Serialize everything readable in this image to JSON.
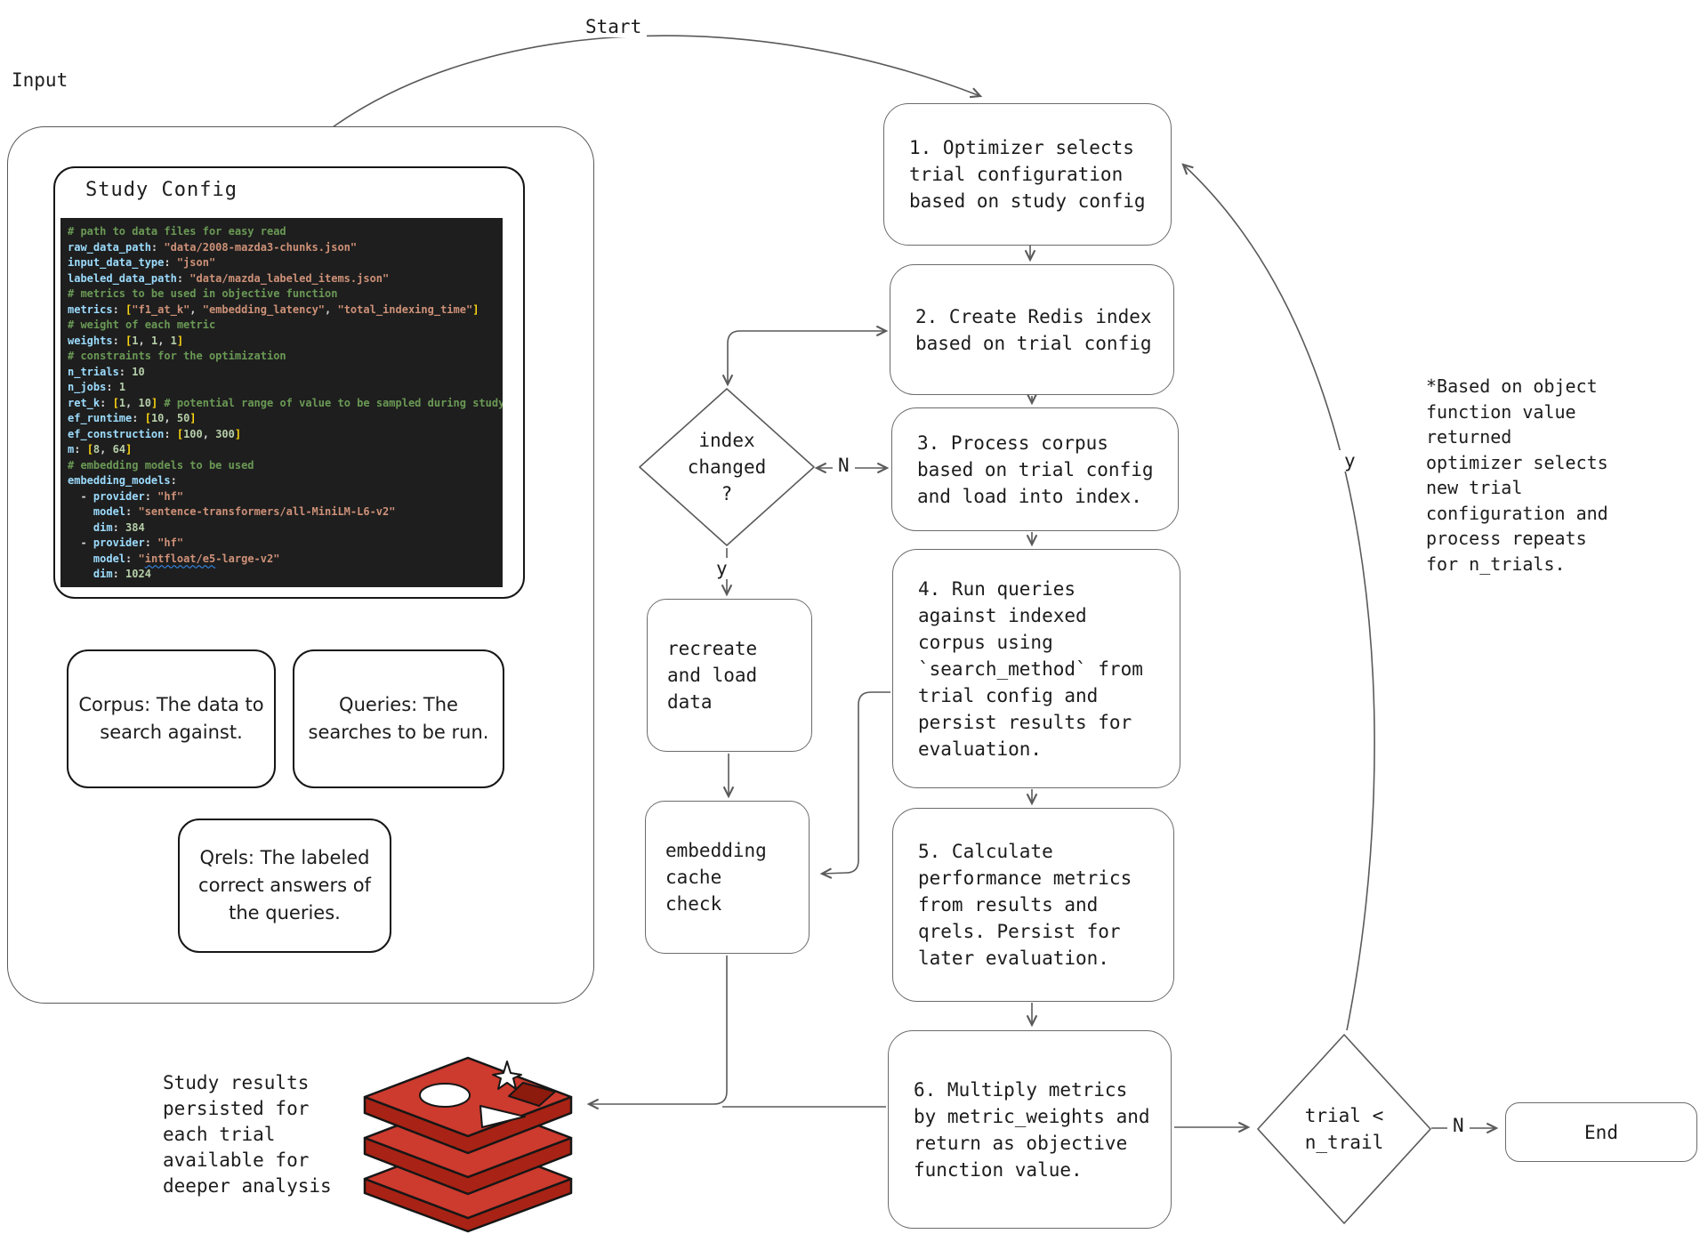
{
  "input_section": {
    "label": "Input",
    "study_config": {
      "title": "Study Config",
      "code_lines": [
        [
          [
            "cm",
            "# path to data files for easy read"
          ]
        ],
        [
          [
            "k",
            "raw_data_path"
          ],
          [
            "p",
            ": "
          ],
          [
            "s",
            "\"data/2008-mazda3-chunks.json\""
          ]
        ],
        [
          [
            "k",
            "input_data_type"
          ],
          [
            "p",
            ": "
          ],
          [
            "s",
            "\"json\""
          ]
        ],
        [
          [
            "k",
            "labeled_data_path"
          ],
          [
            "p",
            ": "
          ],
          [
            "s",
            "\"data/mazda_labeled_items.json\""
          ]
        ],
        [
          [
            "cm",
            "# metrics to be used in objective function"
          ]
        ],
        [
          [
            "k",
            "metrics"
          ],
          [
            "p",
            ": "
          ],
          [
            "b",
            "["
          ],
          [
            "s",
            "\"f1_at_k\""
          ],
          [
            "p",
            ", "
          ],
          [
            "s",
            "\"embedding_latency\""
          ],
          [
            "p",
            ", "
          ],
          [
            "s",
            "\"total_indexing_time\""
          ],
          [
            "b",
            "]"
          ]
        ],
        [
          [
            "cm",
            "# weight of each metric"
          ]
        ],
        [
          [
            "k",
            "weights"
          ],
          [
            "p",
            ": "
          ],
          [
            "b",
            "["
          ],
          [
            "n",
            "1"
          ],
          [
            "p",
            ", "
          ],
          [
            "n",
            "1"
          ],
          [
            "p",
            ", "
          ],
          [
            "n",
            "1"
          ],
          [
            "b",
            "]"
          ]
        ],
        [
          [
            "cm",
            "# constraints for the optimization"
          ]
        ],
        [
          [
            "k",
            "n_trials"
          ],
          [
            "p",
            ": "
          ],
          [
            "n",
            "10"
          ]
        ],
        [
          [
            "k",
            "n_jobs"
          ],
          [
            "p",
            ": "
          ],
          [
            "n",
            "1"
          ]
        ],
        [
          [
            "k",
            "ret_k"
          ],
          [
            "p",
            ": "
          ],
          [
            "b",
            "["
          ],
          [
            "n",
            "1"
          ],
          [
            "p",
            ", "
          ],
          [
            "n",
            "10"
          ],
          [
            "b",
            "]"
          ],
          [
            "cm",
            " # potential range of value to be sampled during study"
          ]
        ],
        [
          [
            "k",
            "ef_runtime"
          ],
          [
            "p",
            ": "
          ],
          [
            "b",
            "["
          ],
          [
            "n",
            "10"
          ],
          [
            "p",
            ", "
          ],
          [
            "n",
            "50"
          ],
          [
            "b",
            "]"
          ]
        ],
        [
          [
            "k",
            "ef_construction"
          ],
          [
            "p",
            ": "
          ],
          [
            "b",
            "["
          ],
          [
            "n",
            "100"
          ],
          [
            "p",
            ", "
          ],
          [
            "n",
            "300"
          ],
          [
            "b",
            "]"
          ]
        ],
        [
          [
            "k",
            "m"
          ],
          [
            "p",
            ": "
          ],
          [
            "b",
            "["
          ],
          [
            "n",
            "8"
          ],
          [
            "p",
            ", "
          ],
          [
            "n",
            "64"
          ],
          [
            "b",
            "]"
          ]
        ],
        [
          [
            "cm",
            "# embedding models to be used"
          ]
        ],
        [
          [
            "k",
            "embedding_models"
          ],
          [
            "p",
            ":"
          ]
        ],
        [
          [
            "p",
            "  - "
          ],
          [
            "k",
            "provider"
          ],
          [
            "p",
            ": "
          ],
          [
            "s",
            "\"hf\""
          ]
        ],
        [
          [
            "p",
            "    "
          ],
          [
            "k",
            "model"
          ],
          [
            "p",
            ": "
          ],
          [
            "s",
            "\"sentence-transformers/all-MiniLM-L6-v2\""
          ]
        ],
        [
          [
            "p",
            "    "
          ],
          [
            "k",
            "dim"
          ],
          [
            "p",
            ": "
          ],
          [
            "n",
            "384"
          ]
        ],
        [
          [
            "p",
            "  - "
          ],
          [
            "k",
            "provider"
          ],
          [
            "p",
            ": "
          ],
          [
            "s",
            "\"hf\""
          ]
        ],
        [
          [
            "p",
            "    "
          ],
          [
            "k",
            "model"
          ],
          [
            "p",
            ": "
          ],
          [
            "s",
            "\""
          ],
          [
            "su",
            "intfloat/e5"
          ],
          [
            "s",
            "-large-v2\""
          ]
        ],
        [
          [
            "p",
            "    "
          ],
          [
            "k",
            "dim"
          ],
          [
            "p",
            ": "
          ],
          [
            "n",
            "1024"
          ]
        ]
      ]
    },
    "corpus_note": "Corpus: The data to\nsearch against.",
    "queries_note": "Queries: The\nsearches to be run.",
    "qrels_note": "Qrels: The labeled\ncorrect answers of\nthe queries."
  },
  "flow": {
    "start_label": "Start",
    "steps": {
      "step1": "1. Optimizer selects\ntrial configuration\nbased on study config",
      "step2": "2. Create Redis index\nbased on trial config",
      "step3": "3. Process corpus\nbased on trial config\nand load into index.",
      "step4": "4. Run queries\nagainst indexed\ncorpus using\n`search_method` from\ntrial config and\npersist results for\nevaluation.",
      "step5": "5. Calculate\nperformance metrics\nfrom results and\nqrels. Persist for\nlater evaluation.",
      "step6": "6. Multiply metrics\nby metric_weights and\nreturn as objective\nfunction value."
    },
    "decisions": {
      "index_changed": "index\nchanged\n?",
      "trial_check": "trial <\nn_trail"
    },
    "side_steps": {
      "recreate": "recreate\nand load\ndata",
      "embed_cache": "embedding\ncache\ncheck"
    },
    "end_label": "End",
    "branch_labels": {
      "index_no": "N",
      "index_yes": "y",
      "trial_no": "N",
      "trial_yes": "y"
    }
  },
  "notes": {
    "optimizer_annotation": "*Based on object\nfunction value\nreturned\noptimizer selects\nnew trial\nconfiguration and\nprocess repeats\nfor n_trials.",
    "results_note": "Study results\npersisted for\neach trial\navailable for\ndeeper analysis"
  },
  "icons": {
    "redis_logo": "redis-database-stack-icon"
  },
  "colors": {
    "code_bg": "#1e1e1e",
    "code_comment": "#6a9955",
    "code_key": "#9cdcfe",
    "code_string": "#ce9178",
    "code_number": "#b5cea8",
    "code_bracket": "#ffd710",
    "code_plain": "#d4d4d4",
    "redis_red": "#cd3a2e",
    "redis_dark_red": "#a82315",
    "wire": "#5a5a5a",
    "text": "#1c1c1c"
  }
}
